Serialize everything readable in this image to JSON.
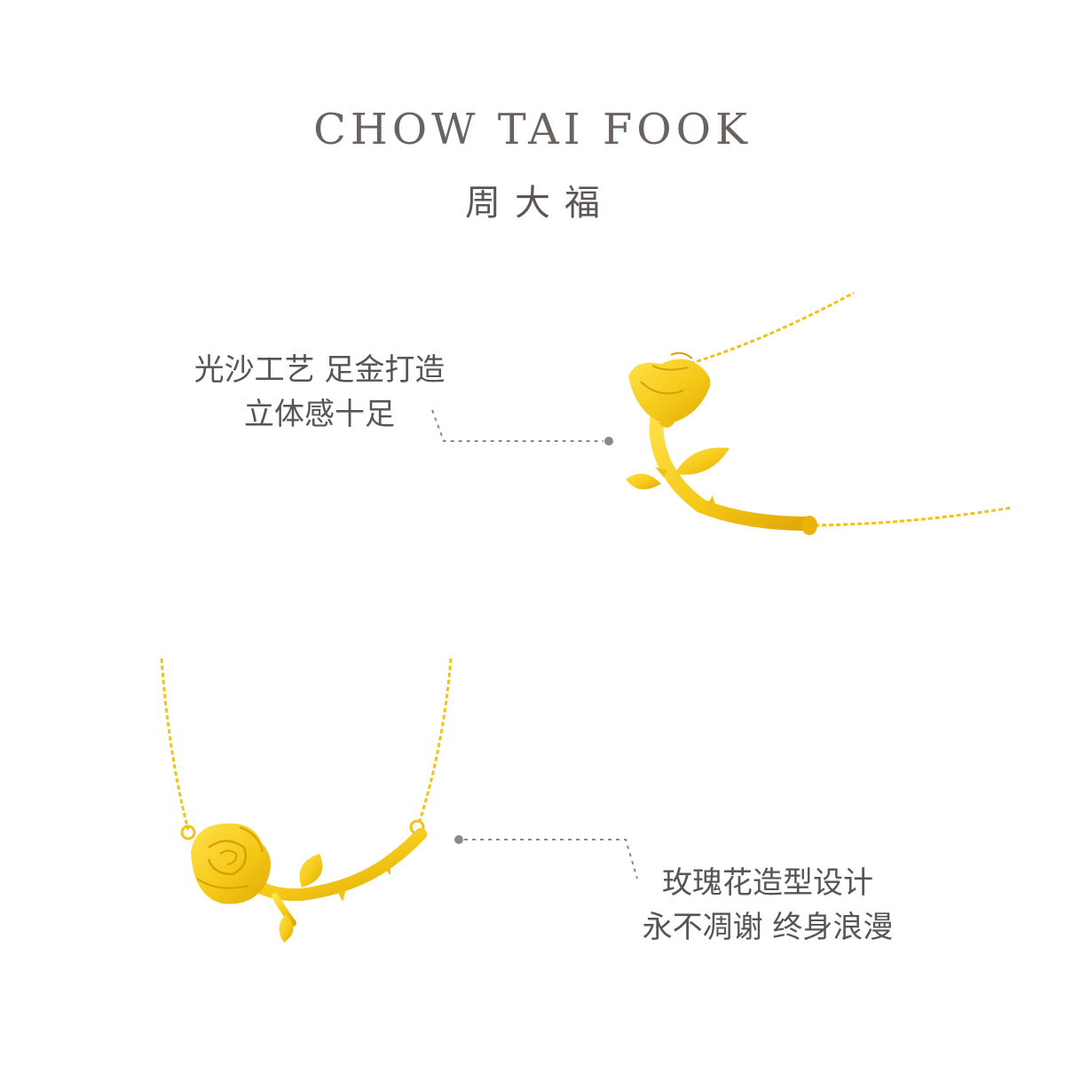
{
  "brand": {
    "name_en": "CHOW TAI FOOK",
    "name_cn": "周大福"
  },
  "callout_top": {
    "line1": "光沙工艺 足金打造",
    "line2": "立体感十足"
  },
  "callout_bottom": {
    "line1": "玫瑰花造型设计",
    "line2": "永不凋谢 终身浪漫"
  },
  "colors": {
    "gold": "#f5c918",
    "gold_dark": "#e2ad08",
    "text": "#555555",
    "leader": "#8a8a8a"
  }
}
